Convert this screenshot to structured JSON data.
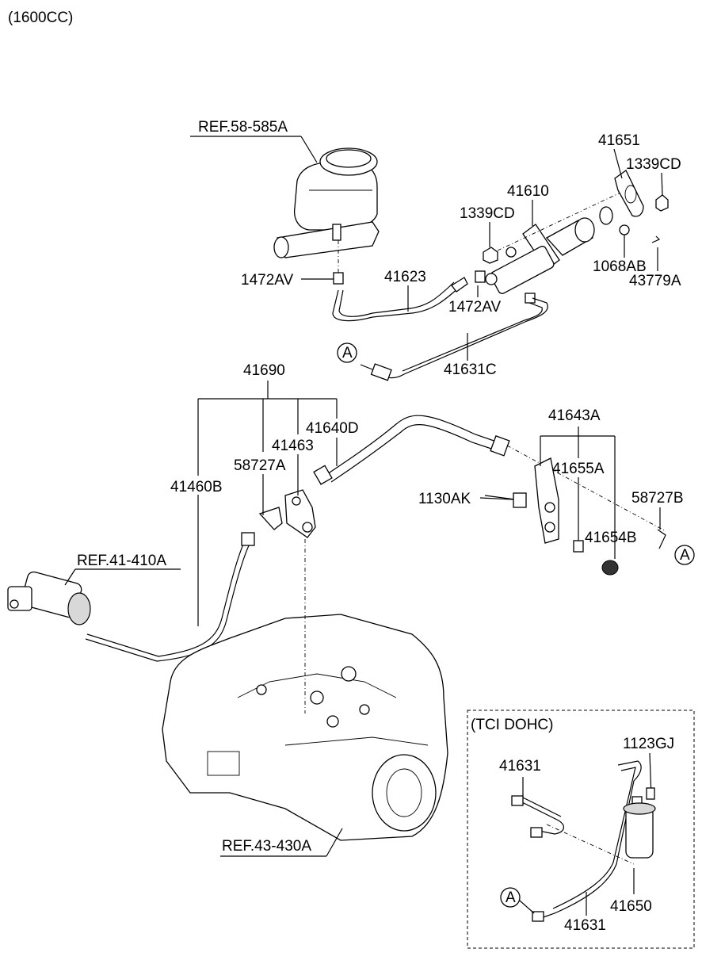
{
  "header": {
    "variant": "(1600CC)"
  },
  "references": {
    "reservoir": "REF.58-585A",
    "release_cylinder": "REF.41-410A",
    "transaxle": "REF.43-430A"
  },
  "part_numbers": {
    "p41651": "41651",
    "p1339cd_a": "1339CD",
    "p41610": "41610",
    "p1339cd_b": "1339CD",
    "p1068ab": "1068AB",
    "p43779a": "43779A",
    "p1472av_a": "1472AV",
    "p41623": "41623",
    "p1472av_b": "1472AV",
    "p41631c": "41631C",
    "p41690": "41690",
    "p41640d": "41640D",
    "p41463": "41463",
    "p58727a": "58727A",
    "p41460b": "41460B",
    "p41643a": "41643A",
    "p41655a": "41655A",
    "p1130ak": "1130AK",
    "p58727b": "58727B",
    "p41654b": "41654B"
  },
  "connector_marker": "A",
  "inset": {
    "title": "(TCI DOHC)",
    "p1123gj": "1123GJ",
    "p41631_top": "41631",
    "p41650": "41650",
    "p41631_bottom": "41631",
    "marker": "A"
  }
}
